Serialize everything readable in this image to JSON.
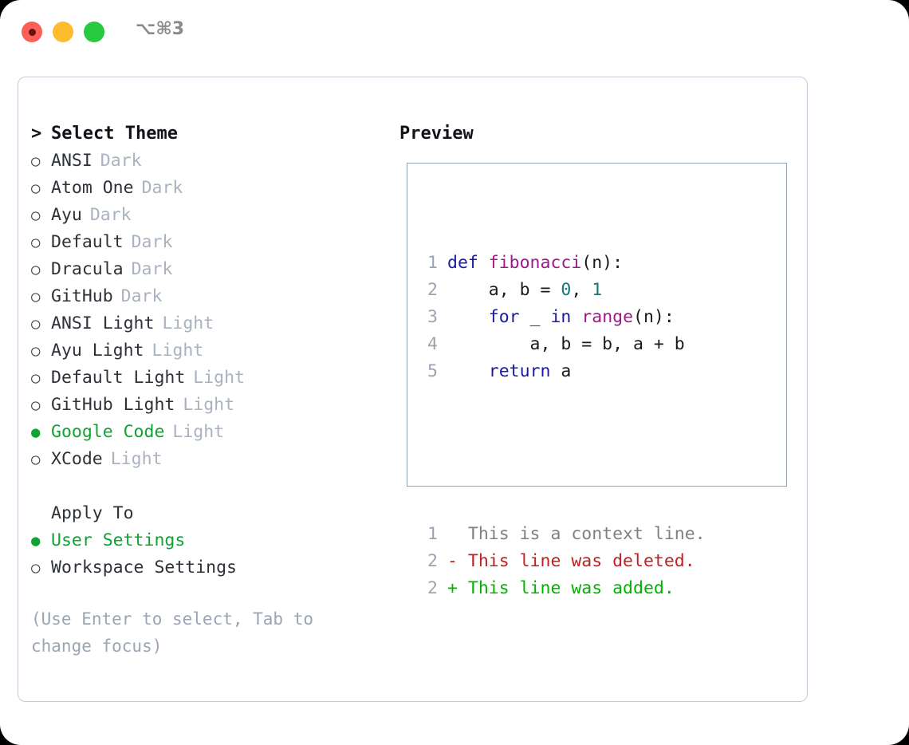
{
  "window": {
    "shortcut_label": "⌥⌘3",
    "traffic_lights": [
      "close-red",
      "minimize-yellow",
      "maximize-green"
    ]
  },
  "theme_picker": {
    "heading": "Select Theme",
    "heading_caret": ">",
    "bullet_unselected": "○",
    "bullet_selected": "●",
    "items": [
      {
        "name": "ANSI",
        "variant": "Dark",
        "selected": false
      },
      {
        "name": "Atom One",
        "variant": "Dark",
        "selected": false
      },
      {
        "name": "Ayu",
        "variant": "Dark",
        "selected": false
      },
      {
        "name": "Default",
        "variant": "Dark",
        "selected": false
      },
      {
        "name": "Dracula",
        "variant": "Dark",
        "selected": false
      },
      {
        "name": "GitHub",
        "variant": "Dark",
        "selected": false
      },
      {
        "name": "ANSI Light",
        "variant": "Light",
        "selected": false
      },
      {
        "name": "Ayu Light",
        "variant": "Light",
        "selected": false
      },
      {
        "name": "Default Light",
        "variant": "Light",
        "selected": false
      },
      {
        "name": "GitHub Light",
        "variant": "Light",
        "selected": false
      },
      {
        "name": "Google Code",
        "variant": "Light",
        "selected": true
      },
      {
        "name": "XCode",
        "variant": "Light",
        "selected": false
      }
    ]
  },
  "apply_to": {
    "heading": "Apply To",
    "items": [
      {
        "name": "User Settings",
        "selected": true
      },
      {
        "name": "Workspace Settings",
        "selected": false
      }
    ]
  },
  "hint": "(Use Enter to select, Tab to change focus)",
  "preview": {
    "title": "Preview",
    "code_lines": [
      {
        "no": "1",
        "tokens": [
          {
            "t": "def ",
            "c": "kw"
          },
          {
            "t": "fibonacci",
            "c": "fn"
          },
          {
            "t": "(n):",
            "c": "punct"
          }
        ]
      },
      {
        "no": "2",
        "tokens": [
          {
            "t": "    a, b = ",
            "c": "plain"
          },
          {
            "t": "0",
            "c": "num"
          },
          {
            "t": ", ",
            "c": "plain"
          },
          {
            "t": "1",
            "c": "num"
          }
        ]
      },
      {
        "no": "3",
        "tokens": [
          {
            "t": "    ",
            "c": "plain"
          },
          {
            "t": "for",
            "c": "kw"
          },
          {
            "t": " _ ",
            "c": "plain"
          },
          {
            "t": "in",
            "c": "kw"
          },
          {
            "t": " ",
            "c": "plain"
          },
          {
            "t": "range",
            "c": "fn"
          },
          {
            "t": "(n):",
            "c": "punct"
          }
        ]
      },
      {
        "no": "4",
        "tokens": [
          {
            "t": "        a, b = b, a + b",
            "c": "plain"
          }
        ]
      },
      {
        "no": "5",
        "tokens": [
          {
            "t": "    ",
            "c": "plain"
          },
          {
            "t": "return",
            "c": "kw"
          },
          {
            "t": " a",
            "c": "plain"
          }
        ]
      }
    ],
    "diff_lines": [
      {
        "no": "1",
        "marker": " ",
        "text": " This is a context line.",
        "c": "ctx"
      },
      {
        "no": "2",
        "marker": "-",
        "text": " This line was deleted.",
        "c": "del"
      },
      {
        "no": "2",
        "marker": "+",
        "text": " This line was added.",
        "c": "add"
      }
    ]
  },
  "colors": {
    "accent_green": "#0ea432",
    "variant_gray": "#a9b2c1",
    "border": "#c3cbd6",
    "preview_border": "#93a1b5",
    "keyword": "#1a1aa6",
    "function": "#a0188c",
    "number": "#117777",
    "diff_deleted": "#c02020",
    "diff_added": "#00b300"
  }
}
